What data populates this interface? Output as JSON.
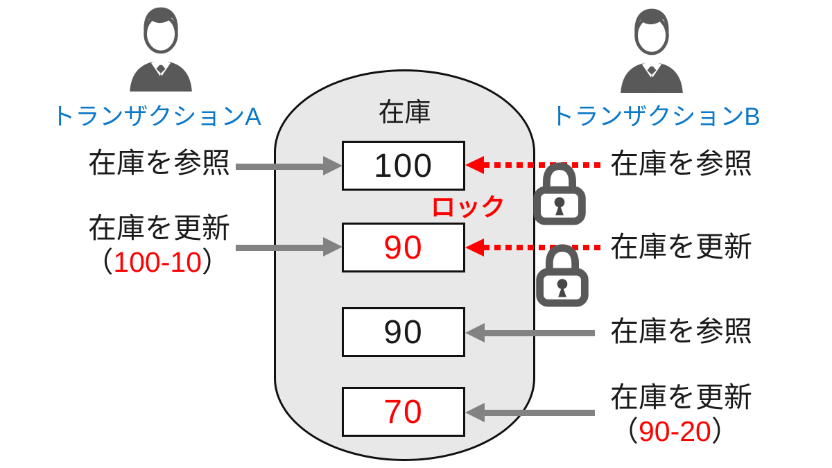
{
  "colors": {
    "blue": "#0C78C8",
    "red": "#FF0000",
    "black": "#1a1a1a",
    "arrow_gray": "#828282",
    "icon_dark_gray": "#595959",
    "cylinder_fill": "#E8E8E8"
  },
  "icons": {
    "person": "businessman-avatar",
    "lock": "padlock"
  },
  "transaction_a": {
    "label": "トランザクションA",
    "steps": [
      {
        "label": "在庫を参照"
      },
      {
        "label": "在庫を更新",
        "calc_open": "（",
        "calc": "100-10",
        "calc_close": "）"
      }
    ]
  },
  "transaction_b": {
    "label": "トランザクションB",
    "steps": [
      {
        "label": "在庫を参照"
      },
      {
        "label": "在庫を更新"
      },
      {
        "label": "在庫を参照"
      },
      {
        "label": "在庫を更新",
        "calc_open": "（",
        "calc": "90-20",
        "calc_close": "）"
      }
    ]
  },
  "database": {
    "title": "在庫",
    "records": [
      {
        "value": "100",
        "color": "black"
      },
      {
        "value": "90",
        "color": "red"
      },
      {
        "value": "90",
        "color": "black"
      },
      {
        "value": "70",
        "color": "red"
      }
    ]
  },
  "lock_label": "ロック"
}
